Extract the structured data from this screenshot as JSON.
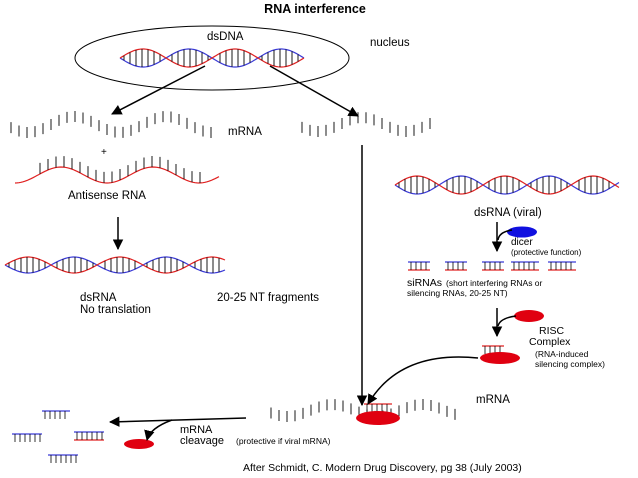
{
  "title": "RNA interference",
  "labels": {
    "dsdna": "dsDNA",
    "nucleus": "nucleus",
    "mrna_top": "mRNA",
    "plus": "+",
    "antisense": "Antisense RNA",
    "dsrna_viral": "dsRNA (viral)",
    "dicer": "dicer",
    "dicer_note": "(protective function)",
    "sirnas": "siRNAs",
    "sirnas_note_1": "(short interfering RNAs or",
    "sirnas_note_2": "silencing RNAs, 20-25 NT)",
    "dsrna_left": "dsRNA",
    "no_translation": "No translation",
    "fragments": "20-25 NT fragments",
    "risc_1": "RISC",
    "risc_2": "Complex",
    "risc_note_1": "(RNA-induced",
    "risc_note_2": "silencing complex)",
    "mrna_bottom": "mRNA",
    "cleavage_1": "mRNA",
    "cleavage_2": "cleavage",
    "cleavage_note": "(protective if viral mRNA)",
    "citation": "After Schmidt, C. Modern Drug Discovery, pg 38 (July 2003)"
  },
  "colors": {
    "sense_strand": "#3a3ad6",
    "antisense_strand": "#e02020",
    "dicer_enzyme": "#1010e0",
    "risc_enzyme": "#e00010",
    "arrow": "#000000"
  }
}
